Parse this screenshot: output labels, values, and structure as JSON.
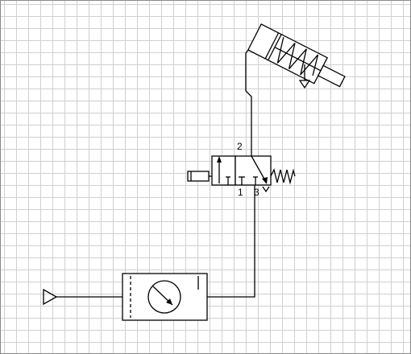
{
  "diagram": {
    "port_labels": {
      "outlet": "2",
      "supply": "1",
      "exhaust": "3"
    },
    "colors": {
      "grid_line": "#d0d0d0",
      "symbol": "#000000",
      "background": "#ffffff"
    },
    "components": [
      {
        "name": "pressure-source",
        "icon": "triangle-source-icon"
      },
      {
        "name": "filter-regulator-gauge",
        "icon": "pressure-gauge-icon"
      },
      {
        "name": "3-2-way-valve",
        "icon": "valve-3-2-icon"
      },
      {
        "name": "single-acting-cylinder",
        "icon": "spring-return-cylinder-icon"
      }
    ]
  }
}
